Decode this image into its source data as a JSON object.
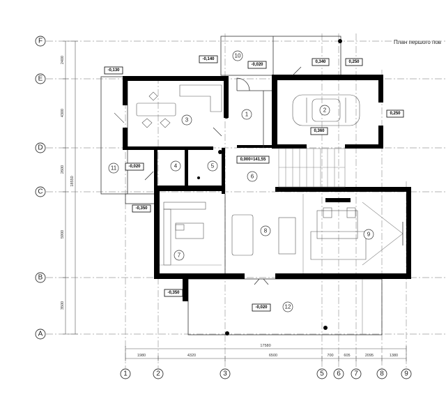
{
  "title": "План першого пов",
  "axes_h": [
    "F",
    "E",
    "D",
    "C",
    "B",
    "A"
  ],
  "axes_v": [
    "1",
    "2",
    "3",
    "5",
    "6",
    "7",
    "8",
    "9"
  ],
  "rooms": [
    "1",
    "2",
    "3",
    "4",
    "5",
    "6",
    "7",
    "8",
    "9",
    "10",
    "11",
    "12"
  ],
  "levels": {
    "l10": "-0,140",
    "l10b": "-0,020",
    "lgarage_top": "0,340",
    "lgarage_right_top": "0,250",
    "lgarage_right": "0,250",
    "lgarage": "0,360",
    "l3": "-0,130",
    "l11": "-0,020",
    "l6": "0,000=141,55",
    "lporch": "-0,350",
    "lterr_left": "-0,350",
    "l12": "-0,020"
  },
  "dims_left": [
    "2400",
    "4300",
    "2600",
    "5900",
    "3500"
  ],
  "dim_total_left": "18550",
  "dim_total_bottom": "17580",
  "dims_bottom": [
    "1980",
    "4320",
    "6500",
    "700",
    "605",
    "2095",
    "1380"
  ]
}
